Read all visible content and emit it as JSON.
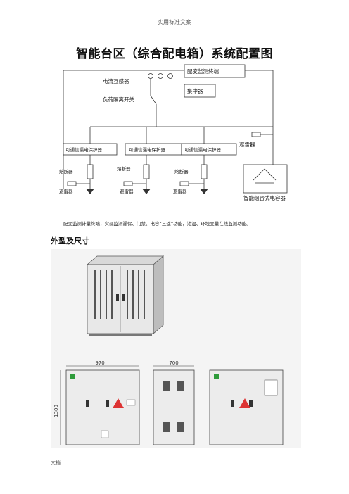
{
  "page_header": "实用标准文案",
  "title": "智能台区（综合配电箱）系统配置图",
  "diagram": {
    "ct_label": "电流互感器",
    "switch_label": "负荷隔离开关",
    "terminal_label": "配变监测终端",
    "concentrator_label": "集中器",
    "protector_label": "可通信漏电保护器",
    "fuse_label": "熔断器",
    "arrester_label": "避雷器",
    "capacitor_label": "智能组合式电容器"
  },
  "description": "配变监测计量终端，实现监测漏保、门禁、电容“三遥”功能，油温、环境变量在线监测功能。",
  "section_title": "外型及尺寸",
  "dimensions": {
    "width": "970",
    "depth": "700",
    "height": "1300"
  },
  "footer": "文档"
}
